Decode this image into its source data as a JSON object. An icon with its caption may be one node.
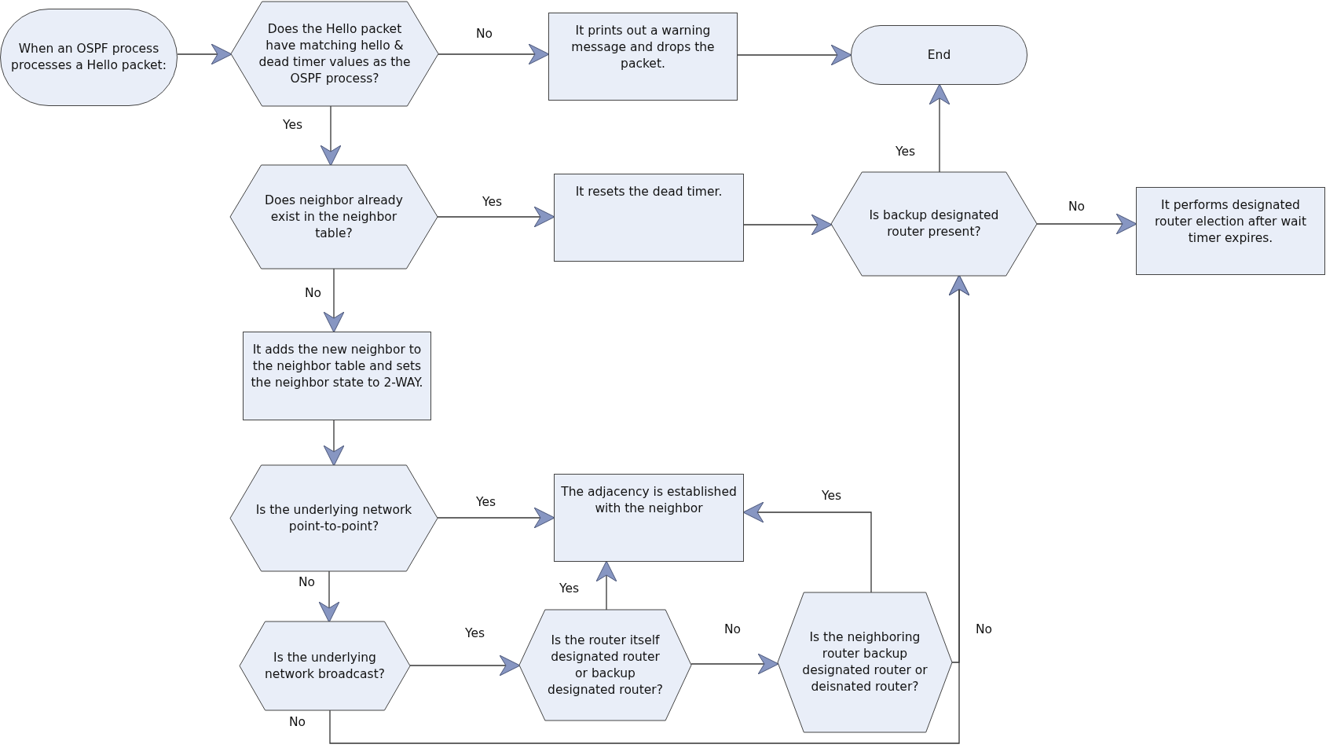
{
  "diagram": {
    "nodes": [
      {
        "text": [
          "When an OSPF process processes a Hello packet:"
        ]
      },
      {
        "text": [
          "Does the Hello packet have matching hello & dead timer values as the OSPF process?"
        ]
      },
      {
        "text": [
          "It prints out a warning message and drops the packet."
        ]
      },
      {
        "text": [
          "End"
        ]
      },
      {
        "text": [
          "Does neighbor already exist in the neighbor table?"
        ]
      },
      {
        "text": [
          "It resets the dead timer."
        ]
      },
      {
        "text": [
          "Is backup designated router present?"
        ]
      },
      {
        "text": [
          "It performs designated router election after wait timer expires."
        ]
      },
      {
        "text": [
          "It adds the new neighbor to the neighbor table and sets the neighbor state to 2-WAY."
        ]
      },
      {
        "text": [
          "Is the underlying network point-to-point?"
        ]
      },
      {
        "text": [
          "The adjacency is established with the neighbor"
        ]
      },
      {
        "text": [
          "Is the underlying network broadcast?"
        ]
      },
      {
        "text": [
          "Is the router itself designated router or backup designated router?"
        ]
      },
      {
        "text": [
          "Is the neighboring router backup designated router or deisnated router?"
        ]
      }
    ],
    "edges": [
      {
        "from": 0,
        "to": 1,
        "arrow": "to"
      },
      {
        "from": 1,
        "to": 2,
        "arrow": "to",
        "label": "No"
      },
      {
        "from": 2,
        "to": 3,
        "arrow": "to"
      },
      {
        "from": 1,
        "to": 4,
        "arrow": "to",
        "label": "Yes"
      },
      {
        "from": 4,
        "to": 5,
        "arrow": "to",
        "label": "Yes"
      },
      {
        "from": 5,
        "to": 6,
        "arrow": "to"
      },
      {
        "from": 6,
        "to": 3,
        "arrow": "to",
        "label": "Yes"
      },
      {
        "from": 6,
        "to": 7,
        "arrow": "to",
        "label": "No"
      },
      {
        "from": 4,
        "to": 8,
        "arrow": "to",
        "label": "No"
      },
      {
        "from": 8,
        "to": 9,
        "arrow": "to"
      },
      {
        "from": 9,
        "to": 10,
        "arrow": "to",
        "label": "Yes"
      },
      {
        "from": 9,
        "to": 11,
        "arrow": "to",
        "label": "No"
      },
      {
        "from": 11,
        "to": 12,
        "arrow": "to",
        "label": "Yes"
      },
      {
        "from": 12,
        "to": 10,
        "arrow": "to",
        "label": "Yes"
      },
      {
        "from": 12,
        "to": 13,
        "arrow": "to",
        "label": "No"
      },
      {
        "from": 13,
        "to": 10,
        "arrow": "to",
        "label": "Yes"
      },
      {
        "from": 13,
        "to": 6,
        "arrow": "to",
        "label": "No"
      },
      {
        "from": 11,
        "to": 6,
        "arrow": "to",
        "label": "No"
      }
    ]
  }
}
